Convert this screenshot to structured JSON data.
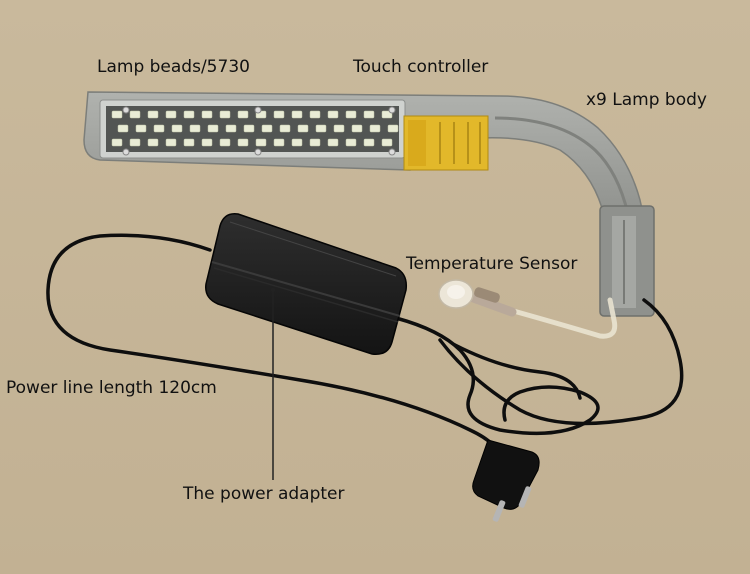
{
  "labels": {
    "lamp_beads": "Lamp beads/5730",
    "touch_controller": "Touch controller",
    "lamp_body": "x9 Lamp body",
    "temperature_sensor": "Temperature Sensor",
    "power_line": "Power line length 120cm",
    "power_adapter": "The power adapter"
  },
  "colors": {
    "background": "#c8b79a",
    "lamp_housing": "#9a9c98",
    "sticker": "#e2b82a",
    "adapter": "#1d1d1d",
    "cable": "#0e0e0e"
  }
}
